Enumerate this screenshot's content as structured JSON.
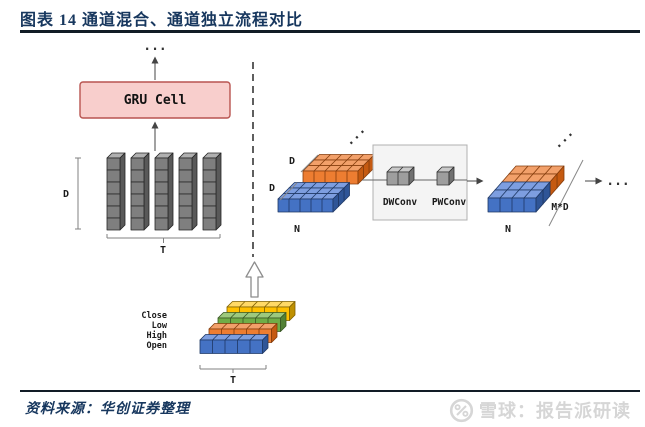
{
  "header": {
    "title": "图表 14  通道混合、通道独立流程对比"
  },
  "footer": {
    "source": "资料来源：华创证券整理",
    "watermark": "雪球：报告派研读",
    "watermark_icon": "xueqiu-logo"
  },
  "diagram": {
    "gru_label": "GRU Cell",
    "dots_top": "...",
    "d_left": "D",
    "t_left": "T",
    "channels": [
      "Close",
      "Low",
      "High",
      "Open"
    ],
    "t_bottom": "T",
    "d_orange": "D",
    "d_blue": "D",
    "n_input": "N",
    "n_output": "N",
    "md_label": "M*D",
    "dwconv_label": "DWConv",
    "pwconv_label": "PWConv",
    "dots_input": "...",
    "dots_output": "...",
    "dots_end": "..."
  },
  "colors": {
    "accent_navy": "#17375e",
    "rule_dark": "#121c26",
    "gru_fill": "#f8cecc",
    "gru_border": "#b85450",
    "conv_box_fill": "#f4f4f4",
    "conv_box_border": "#b0b0b0",
    "watermark_gray": "#d6d6d6",
    "blue": {
      "front": "#4472c4",
      "top": "#7d9ee0",
      "side": "#2f5597",
      "line": "#1f3864"
    },
    "orange": {
      "front": "#ed7d31",
      "top": "#f2a06a",
      "side": "#c55a11",
      "line": "#843c0c"
    },
    "green": {
      "front": "#70ad47",
      "top": "#9dc97e",
      "side": "#538135",
      "line": "#385723"
    },
    "yellow": {
      "front": "#ffc000",
      "top": "#ffd966",
      "side": "#bf9000",
      "line": "#7f6000"
    },
    "gray": {
      "front": "#7f7f7f",
      "top": "#b0b0b0",
      "side": "#595959",
      "line": "#262626"
    },
    "convgray": {
      "front": "#9e9e9e",
      "top": "#c9c9c9",
      "side": "#707070",
      "line": "#333333"
    }
  }
}
